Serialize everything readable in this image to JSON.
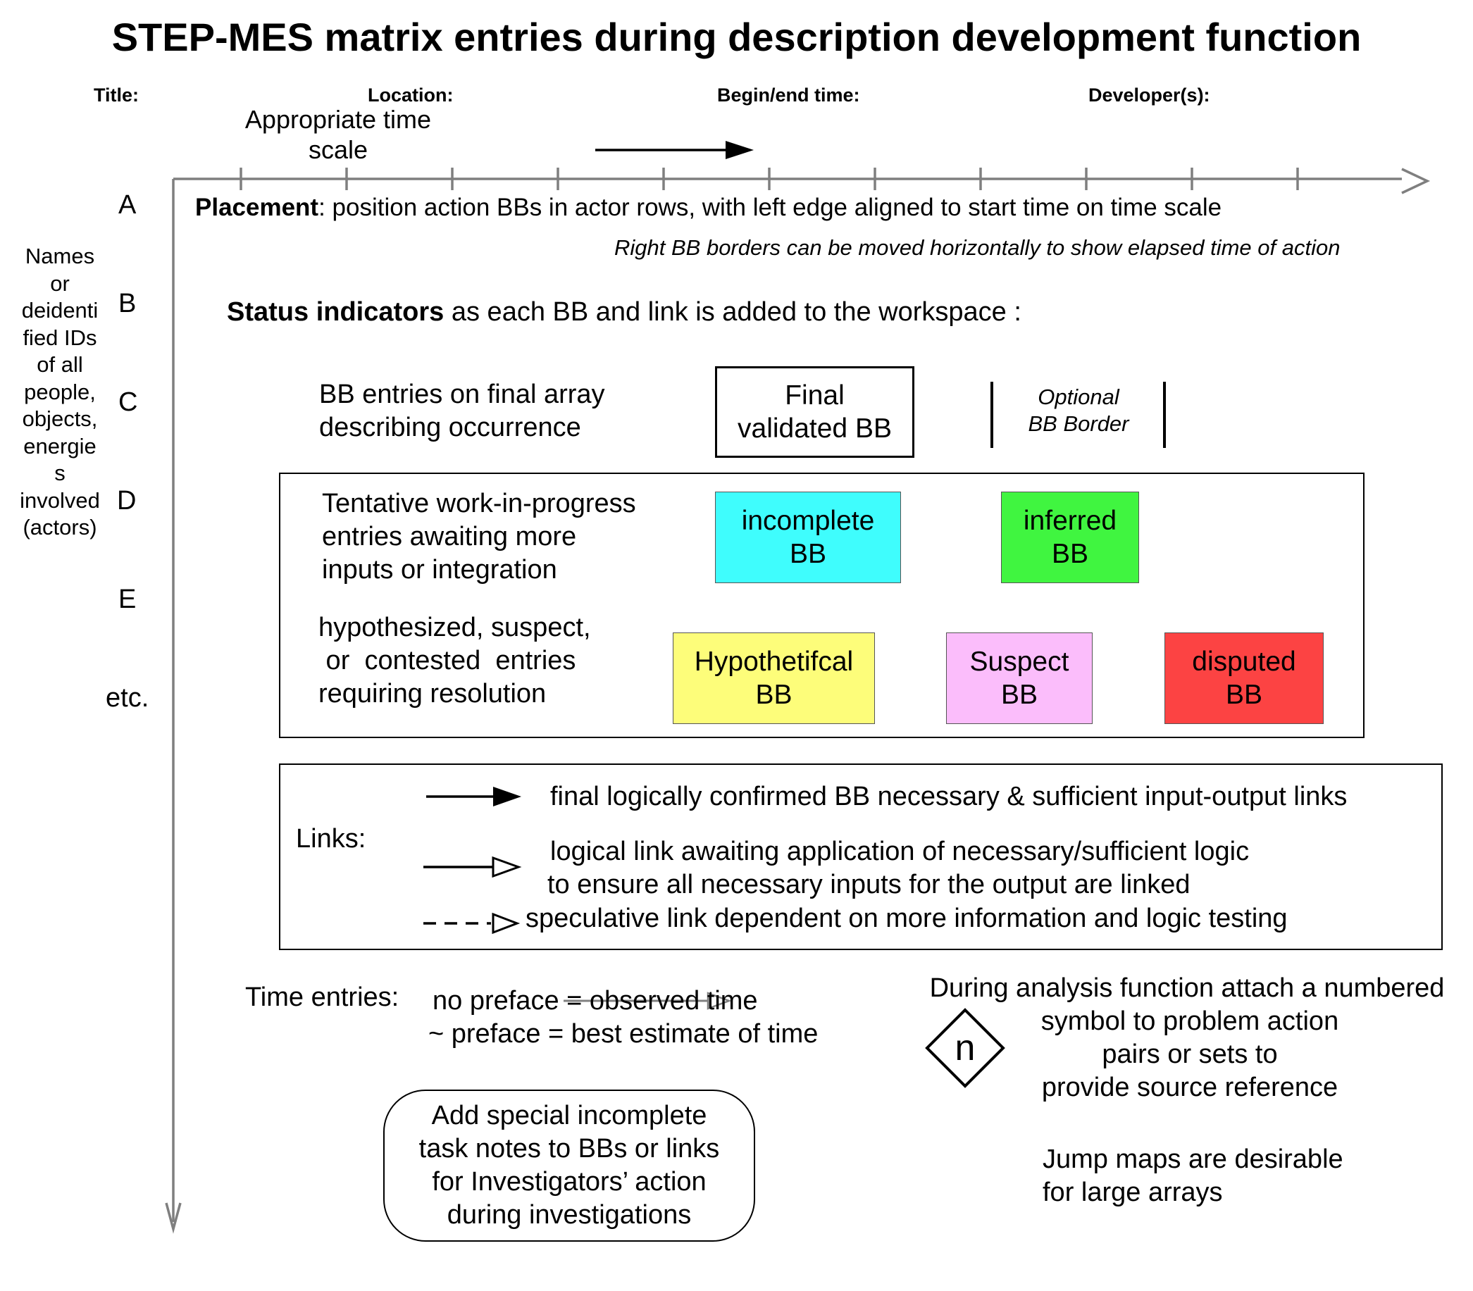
{
  "title": "STEP-MES matrix entries during description development function",
  "header": {
    "title_label": "Title:",
    "location_label": "Location:",
    "time_label": "Begin/end time:",
    "developer_label": "Developer(s):"
  },
  "time_scale": {
    "label_line1": "Appropriate time",
    "label_line2": "scale"
  },
  "actors": {
    "lines": [
      "Names",
      "or",
      "deidenti",
      "fied IDs",
      "of all",
      "people,",
      "objects,",
      "energie",
      "s",
      "involved",
      "(actors)"
    ],
    "rows": [
      "A",
      "B",
      "C",
      "D",
      "E",
      "etc."
    ]
  },
  "placement": {
    "bold": "Placement",
    "text": ": position action BBs in actor rows, with left edge aligned to start time on time scale",
    "note": "Right BB borders can  be moved horizontally  to show  elapsed time of action"
  },
  "status": {
    "prefix": "S",
    "bold": "tatus indicators",
    "text": " as each BB and link is added to the workspace :"
  },
  "final_entries": {
    "line1": "BB entries on final array",
    "line2": "describing occurrence",
    "final_bb_line1": "Final",
    "final_bb_line2": "validated BB",
    "optional_line1": "Optional",
    "optional_line2": "BB Border"
  },
  "tentative": {
    "line1": "Tentative work-in-progress",
    "line2": "entries awaiting  more",
    "line3": "inputs or integration",
    "incomplete_line1": "incomplete",
    "incomplete_line2": "BB",
    "inferred_line1": "inferred",
    "inferred_line2": "BB"
  },
  "hypothesized": {
    "line1": "hypothesized, suspect,",
    "line2": " or  contested  entries",
    "line3": "requiring resolution",
    "hypo_line1": "Hypothetifcal",
    "hypo_line2": "BB",
    "suspect_line1": "Suspect",
    "suspect_line2": "BB",
    "disputed_line1": "disputed",
    "disputed_line2": "BB"
  },
  "colors": {
    "incomplete": "#3ffdfd",
    "inferred": "#40f540",
    "hypothetical": "#fdfd7a",
    "suspect": "#fbbdfb",
    "disputed": "#fc4343",
    "axis": "#7f7f7f"
  },
  "links": {
    "label": "Links:",
    "confirmed": "final logically confirmed BB necessary & sufficient input-output links",
    "awaiting_line1": "logical link awaiting application of necessary/sufficient logic",
    "awaiting_line2": "to ensure all necessary inputs for the output are linked",
    "speculative": "speculative link dependent on more information and logic testing"
  },
  "time_entries": {
    "label": "Time entries:",
    "line1": "no preface = observed time",
    "line2": "~ preface = best estimate of time"
  },
  "analysis": {
    "line1": "During analysis function attach a numbered",
    "line2": "symbol to problem action",
    "line3": "pairs or sets to",
    "line4": "provide source reference",
    "symbol": "n"
  },
  "notes": {
    "line1": "Add special incomplete",
    "line2": "task notes to BBs or links",
    "line3": "for Investigators’ action",
    "line4": "during investigations"
  },
  "jump": {
    "line1": "Jump maps are desirable",
    "line2": "for large arrays"
  }
}
